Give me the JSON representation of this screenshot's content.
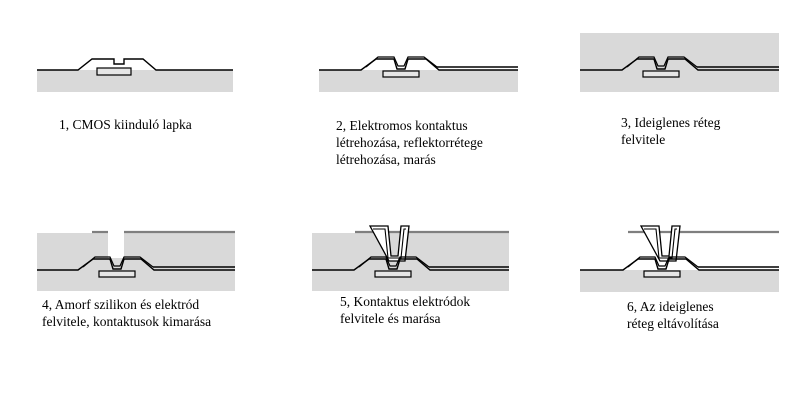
{
  "colors": {
    "substrate": "#d9d9d9",
    "layer": "#d9d9d9",
    "line": "#000000",
    "electrode": "#7f7f7f",
    "pad_fill": "#e6e6e6",
    "background": "#ffffff"
  },
  "steps": [
    {
      "id": 1,
      "lines": [
        "1, CMOS kiinduló lapka"
      ]
    },
    {
      "id": 2,
      "lines": [
        "2, Elektromos kontaktus",
        "létrehozása, reflektorrétege",
        "létrehozása, marás"
      ]
    },
    {
      "id": 3,
      "lines": [
        "3, Ideiglenes réteg",
        "felvitele"
      ]
    },
    {
      "id": 4,
      "lines": [
        "4, Amorf szilikon és elektród",
        "felvitele, kontaktusok kimarása"
      ]
    },
    {
      "id": 5,
      "lines": [
        "5, Kontaktus elektródok",
        "felvitele és marása"
      ]
    },
    {
      "id": 6,
      "lines": [
        "6, Az ideiglenes",
        "réteg eltávolítása"
      ]
    }
  ]
}
